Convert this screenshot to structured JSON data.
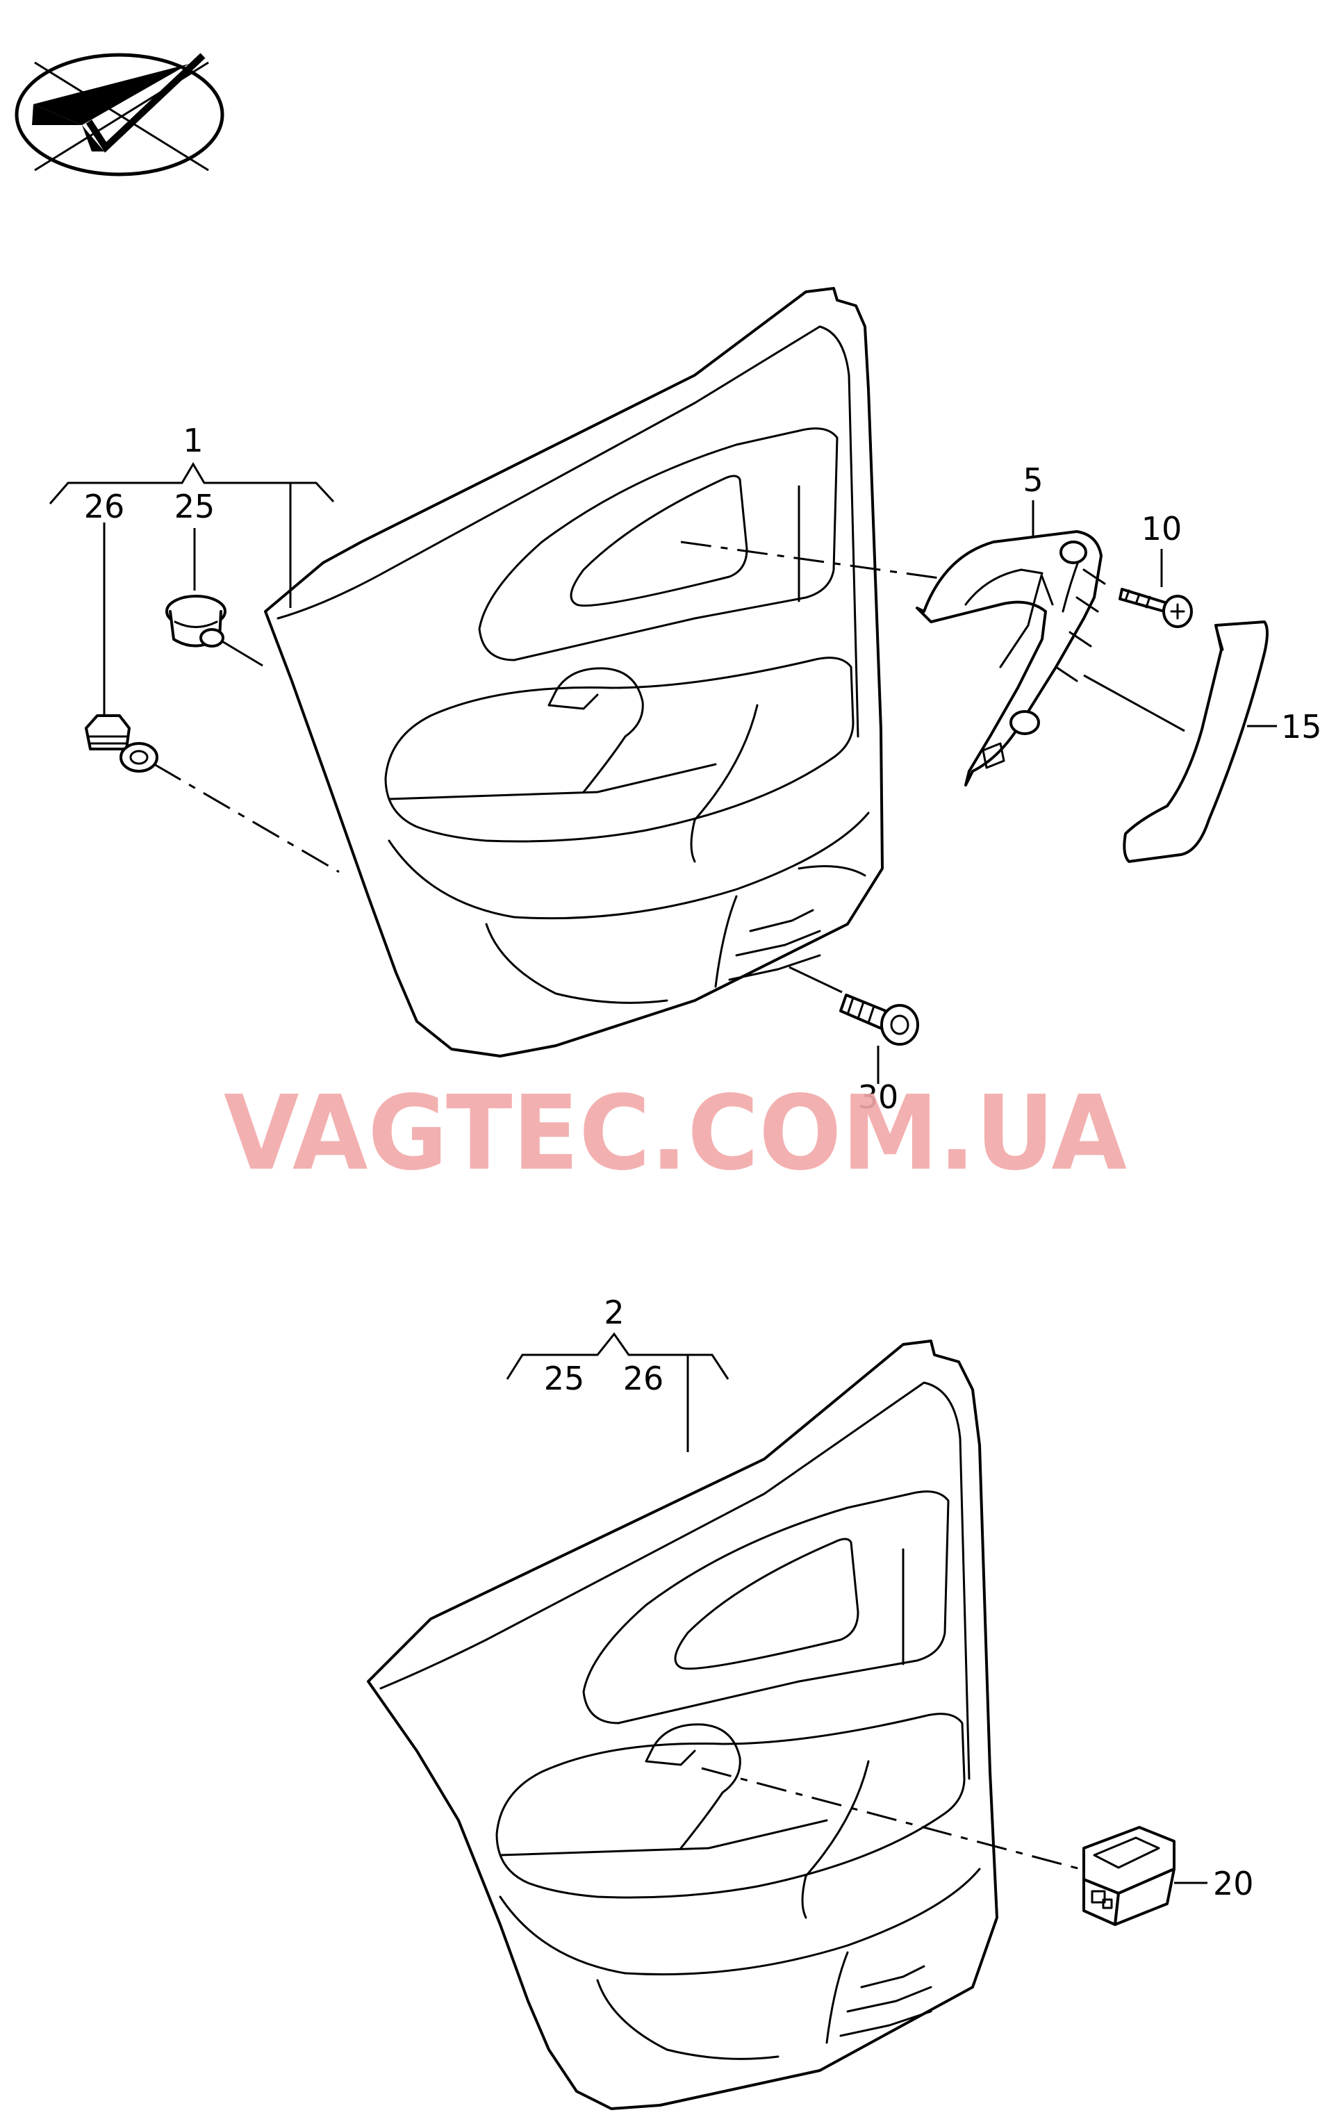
{
  "diagram": {
    "watermark": "VAGTEC.COM.UA",
    "callouts": {
      "c1": "1",
      "c2": "2",
      "c5": "5",
      "c10": "10",
      "c15": "15",
      "c20": "20",
      "c25a": "25",
      "c26a": "26",
      "c25b": "25",
      "c26b": "26",
      "c30": "30"
    },
    "icons": {
      "logo": "catalog-view-emblem-icon"
    },
    "colors": {
      "line": "#000000",
      "background": "#ffffff",
      "watermark": "#f2a7a7"
    }
  }
}
